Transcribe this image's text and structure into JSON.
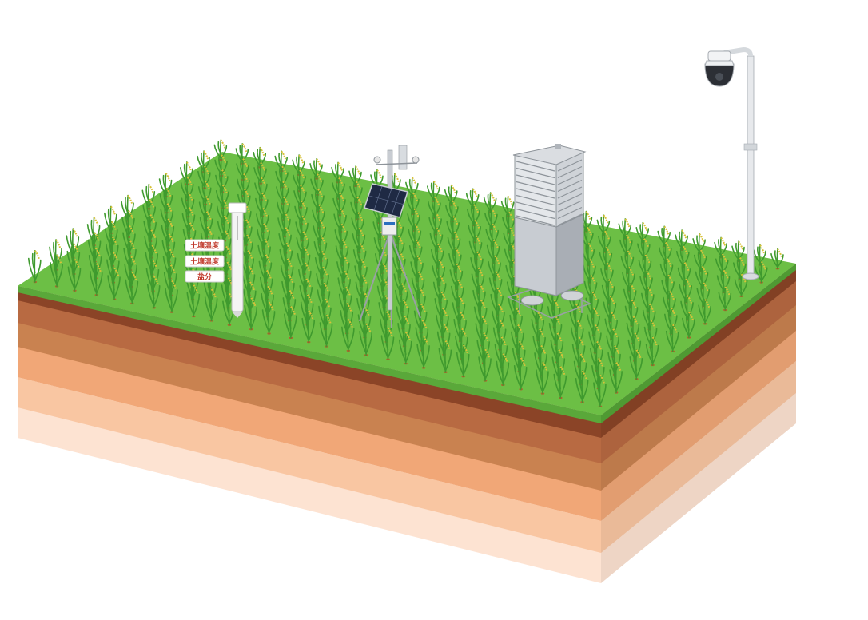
{
  "scene": {
    "colors": {
      "background": "#ffffff",
      "grass_top": "#6cbf45",
      "grass_edge": "#5aa83a",
      "soil_layers": [
        "#8b4427",
        "#b86a42",
        "#c98250",
        "#f1a777",
        "#f9c6a2",
        "#fde3d2"
      ],
      "rice_stem": "#3f9a2e",
      "rice_grain": "#d7c23a",
      "sensor_tag_text": "#c0392b",
      "steel": "#c8ccd2"
    },
    "probe_tags": [
      {
        "label": "土壤温度",
        "icon": "tag-label"
      },
      {
        "label": "土壤温度",
        "icon": "tag-label"
      },
      {
        "label": "盐分",
        "icon": "tag-label"
      }
    ],
    "equipment": [
      {
        "name": "soil-sensor-probe",
        "icon": "probe-icon"
      },
      {
        "name": "weather-station",
        "icon": "solar-panel-icon"
      },
      {
        "name": "louvered-cabinet",
        "icon": "cabinet-icon"
      },
      {
        "name": "cctv-camera-pole",
        "icon": "dome-camera-icon"
      }
    ]
  }
}
